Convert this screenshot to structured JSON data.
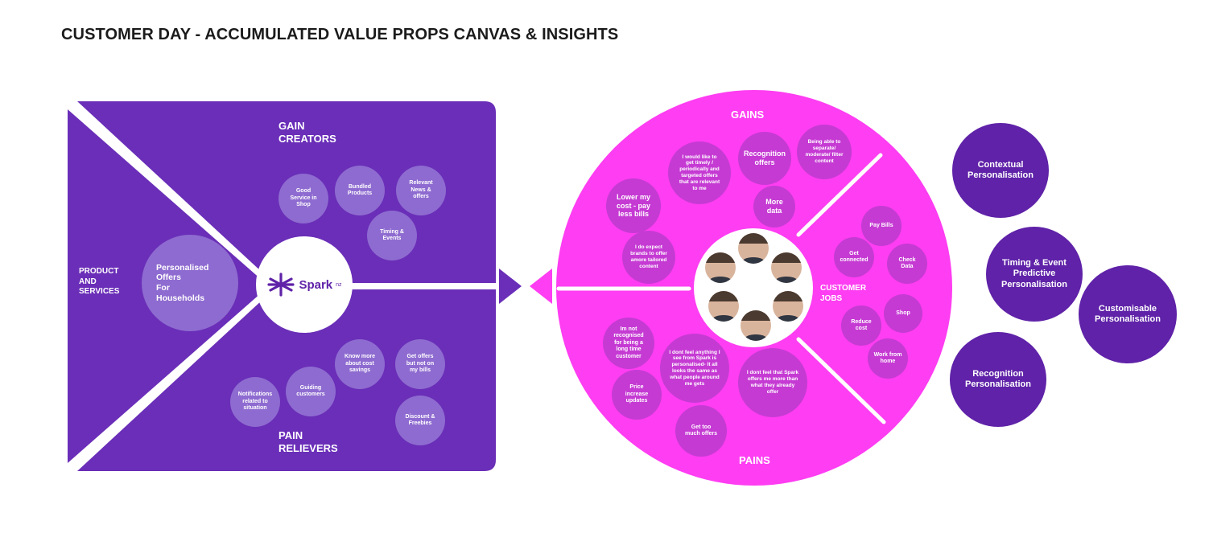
{
  "title": "CUSTOMER DAY - ACCUMULATED VALUE PROPS CANVAS & INSIGHTS",
  "colors": {
    "panel": "#6a2eb8",
    "panel_bubble": "#8e6bd0",
    "circle": "#ff3df2",
    "circle_bubble": "#c53ad3",
    "insight": "#5f22a8"
  },
  "value_map": {
    "gain_creators_label": "GAIN\nCREATORS",
    "pain_relievers_label": "PAIN\nRELIEVERS",
    "products_label": "PRODUCT\nAND\nSERVICES",
    "product": "Personalised\nOffers\nFor\nHouseholds",
    "logo": {
      "text": "Spark",
      "sup": "nz",
      "icon": "spark-star-icon"
    },
    "gain_creators": [
      "Good\nService in\nShop",
      "Bundled\nProducts",
      "Relevant\nNews &\noffers",
      "Timing &\nEvents"
    ],
    "pain_relievers": [
      "Know more\nabout cost\nsavings",
      "Get offers\nbut not on\nmy bills",
      "Guiding\ncustomers",
      "Notifications\nrelated to\nsituation",
      "Discount &\nFreebies"
    ]
  },
  "customer_profile": {
    "gains_label": "GAINS",
    "pains_label": "PAINS",
    "jobs_label": "CUSTOMER\nJOBS",
    "gains": [
      "Lower my\ncost - pay\nless bills",
      "I would like to\nget timely /\nperiodically and\ntargeted offers\nthat are relevant\nto me",
      "Recognition\noffers",
      "Being able to\nseparate/\nmoderate/ filter\ncontent",
      "More\ndata",
      "I do expect\nbrands to offer\namore tailored\ncontent"
    ],
    "jobs": [
      "Pay Bills",
      "Get\nconnected",
      "Check\nData",
      "Shop",
      "Reduce\ncost",
      "Work from\nhome"
    ],
    "pains": [
      "Im not\nrecognised\nfor being a\nlong time\ncustomer",
      "I dont feel anything I\nsee from Spark is\npersonalised- It all\nlooks the same as\nwhat people around\nme gets",
      "I dont feel that Spark\noffers me more than\nwhat they already\noffer",
      "Price\nincrease\nupdates",
      "Get too\nmuch offers"
    ]
  },
  "insights": [
    "Contextual\nPersonalisation",
    "Timing & Event\nPredictive\nPersonalisation",
    "Customisable\nPersonalisation",
    "Recognition\nPersonalisation"
  ]
}
